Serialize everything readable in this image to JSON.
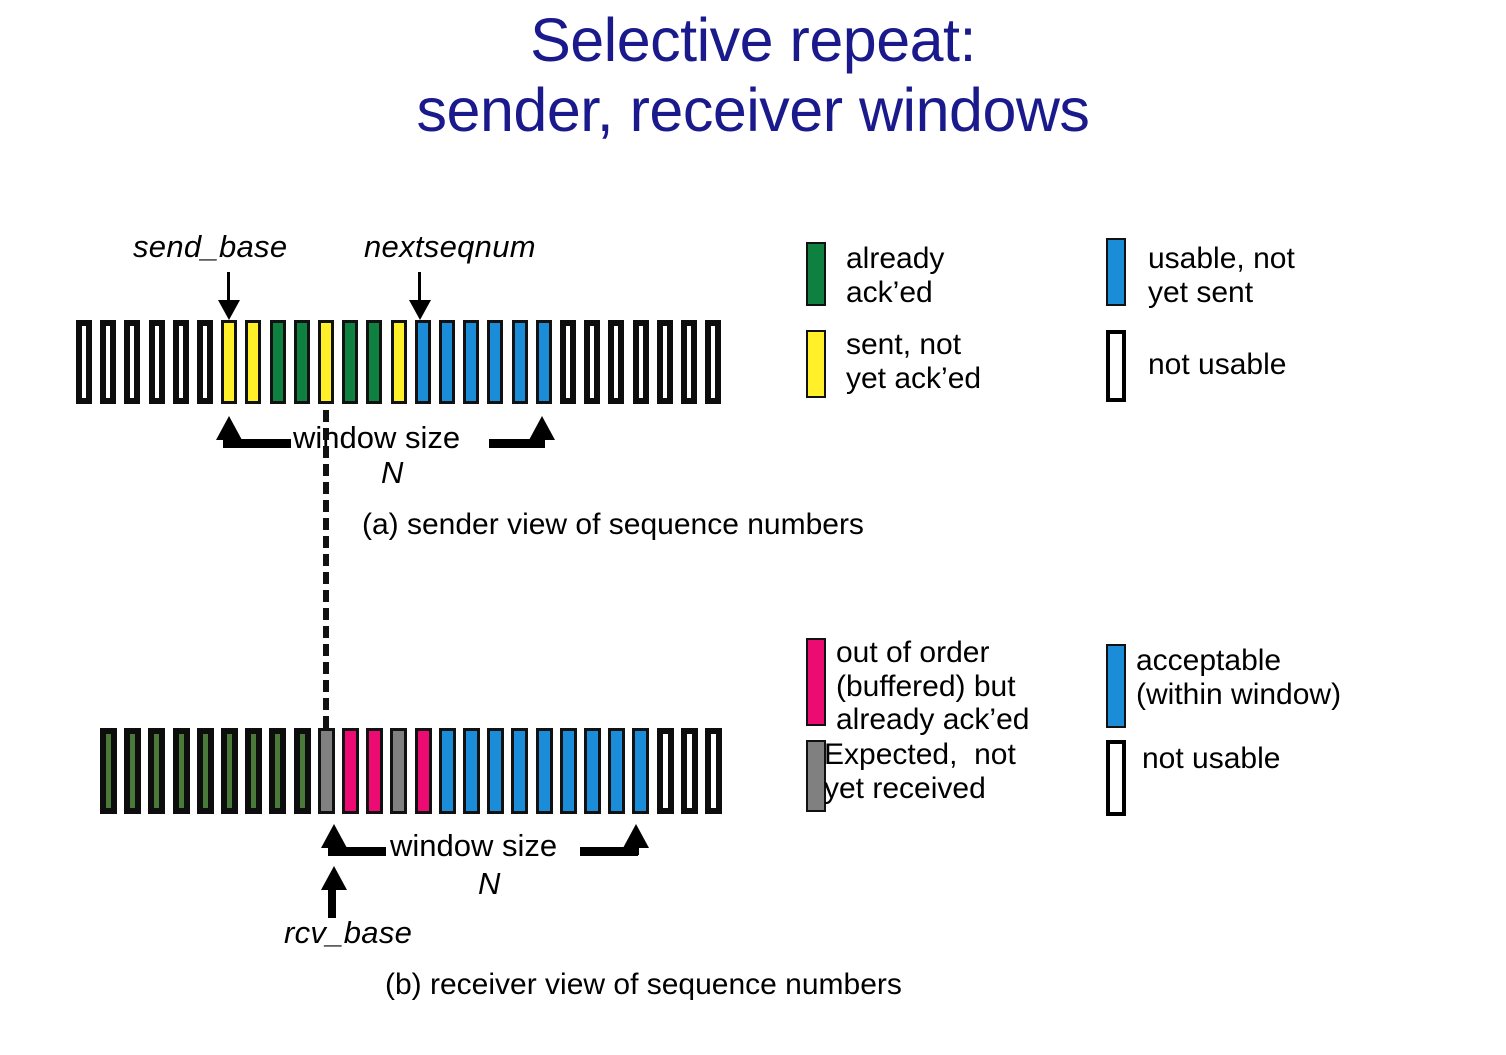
{
  "title": {
    "line1": "Selective repeat:",
    "line2": "sender, receiver windows",
    "color": "#1a1a8c"
  },
  "colors": {
    "green_acked": "#0e8040",
    "yellow_sent": "#fff02a",
    "blue_usable": "#1b8cd8",
    "white_not_usable": "#ffffff",
    "dark_green_received": "#4a7a3a",
    "pink_out_of_order": "#ec0b72",
    "gray_expected": "#808080",
    "outline": "#000000"
  },
  "sender": {
    "pointer_send_base": "send_base",
    "pointer_nextseqnum": "nextseqnum",
    "window_label": "window size",
    "window_n": "N",
    "caption": "(a) sender view of sequence numbers",
    "boxes": [
      {
        "state": "not-usable"
      },
      {
        "state": "not-usable"
      },
      {
        "state": "not-usable"
      },
      {
        "state": "not-usable"
      },
      {
        "state": "not-usable"
      },
      {
        "state": "not-usable"
      },
      {
        "state": "sent-not-acked"
      },
      {
        "state": "sent-not-acked"
      },
      {
        "state": "already-acked"
      },
      {
        "state": "already-acked"
      },
      {
        "state": "sent-not-acked"
      },
      {
        "state": "already-acked"
      },
      {
        "state": "already-acked"
      },
      {
        "state": "sent-not-acked"
      },
      {
        "state": "usable-not-sent"
      },
      {
        "state": "usable-not-sent"
      },
      {
        "state": "usable-not-sent"
      },
      {
        "state": "usable-not-sent"
      },
      {
        "state": "usable-not-sent"
      },
      {
        "state": "usable-not-sent"
      },
      {
        "state": "not-usable"
      },
      {
        "state": "not-usable"
      },
      {
        "state": "not-usable"
      },
      {
        "state": "not-usable"
      },
      {
        "state": "not-usable"
      },
      {
        "state": "not-usable"
      },
      {
        "state": "not-usable"
      }
    ],
    "window_start_index": 6,
    "window_end_index": 19,
    "send_base_index": 6,
    "nextseqnum_index": 14
  },
  "receiver": {
    "pointer_rcv_base": "rcv_base",
    "window_label": "window size",
    "window_n": "N",
    "caption": "(b) receiver view of sequence numbers",
    "boxes": [
      {
        "state": "received"
      },
      {
        "state": "received"
      },
      {
        "state": "received"
      },
      {
        "state": "received"
      },
      {
        "state": "received"
      },
      {
        "state": "received"
      },
      {
        "state": "received"
      },
      {
        "state": "received"
      },
      {
        "state": "received"
      },
      {
        "state": "expected-not-received"
      },
      {
        "state": "out-of-order"
      },
      {
        "state": "out-of-order"
      },
      {
        "state": "expected-not-received"
      },
      {
        "state": "out-of-order"
      },
      {
        "state": "acceptable"
      },
      {
        "state": "acceptable"
      },
      {
        "state": "acceptable"
      },
      {
        "state": "acceptable"
      },
      {
        "state": "acceptable"
      },
      {
        "state": "acceptable"
      },
      {
        "state": "acceptable"
      },
      {
        "state": "acceptable"
      },
      {
        "state": "acceptable"
      },
      {
        "state": "not-usable"
      },
      {
        "state": "not-usable"
      },
      {
        "state": "not-usable"
      }
    ],
    "window_start_index": 9,
    "window_end_index": 22,
    "rcv_base_index": 9
  },
  "legend_sender": [
    {
      "swatch": "already-acked",
      "text": "already\nack’ed"
    },
    {
      "swatch": "sent-not-acked",
      "text": "sent, not\nyet ack’ed"
    },
    {
      "swatch": "usable-not-sent",
      "text": "usable, not\nyet sent"
    },
    {
      "swatch": "not-usable",
      "text": "not usable"
    }
  ],
  "legend_receiver": [
    {
      "swatch": "out-of-order",
      "text": "out of order\n(buffered) but\nalready ack’ed"
    },
    {
      "swatch": "expected-not-received",
      "text": "Expected,  not\nyet received"
    },
    {
      "swatch": "acceptable",
      "text": "acceptable\n(within window)"
    },
    {
      "swatch": "not-usable",
      "text": "not usable"
    }
  ]
}
